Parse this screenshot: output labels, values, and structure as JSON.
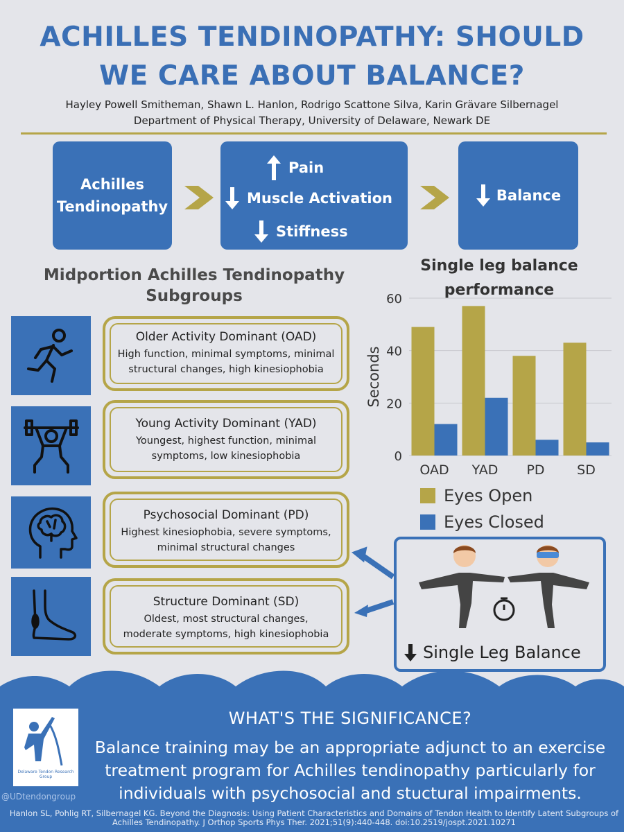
{
  "title": "ACHILLES TENDINOPATHY: SHOULD WE CARE ABOUT BALANCE?",
  "authors": "Hayley Powell Smitheman, Shawn L. Hanlon, Rodrigo Scattone Silva, Karin Grävare Silbernagel",
  "department": "Department of Physical Therapy, University of Delaware, Newark DE",
  "flow": {
    "box1": [
      "Achilles",
      "Tendinopathy"
    ],
    "pain": "Pain",
    "muscle": "Muscle Activation",
    "stiffness": "Stiffness",
    "balance": "Balance"
  },
  "subgroups_title": [
    "Midportion Achilles Tendinopathy",
    "Subgroups"
  ],
  "subgroups": [
    {
      "title": "Older Activity Dominant (OAD)",
      "desc": [
        "High function, minimal symptoms, minimal",
        "structural changes, high kinesiophobia"
      ],
      "icon": "runner-icon"
    },
    {
      "title": "Young Activity Dominant (YAD)",
      "desc": [
        "Youngest, highest function, minimal",
        "symptoms, low kinesiophobia"
      ],
      "icon": "weightlifter-icon"
    },
    {
      "title": "Psychosocial Dominant (PD)",
      "desc": [
        "Highest kinesiophobia, severe symptoms,",
        "minimal structural changes"
      ],
      "icon": "brain-head-icon"
    },
    {
      "title": "Structure Dominant (SD)",
      "desc": [
        "Oldest, most structural changes,",
        "moderate symptoms, high kinesiophobia"
      ],
      "icon": "foot-tendon-icon"
    }
  ],
  "chart_data": {
    "type": "bar",
    "title": "Single leg balance performance",
    "categories": [
      "OAD",
      "YAD",
      "PD",
      "SD"
    ],
    "series": [
      {
        "name": "Eyes Open",
        "values": [
          49,
          57,
          38,
          43
        ],
        "color": "#b5a548"
      },
      {
        "name": "Eyes Closed",
        "values": [
          12,
          22,
          6,
          5
        ],
        "color": "#3a71b7"
      }
    ],
    "ylabel": "Seconds",
    "xlabel": "",
    "ylim": [
      0,
      60
    ],
    "yticks": [
      0,
      20,
      40,
      60
    ],
    "grid": true,
    "legend": "bottom"
  },
  "balance_box": {
    "label": "Single Leg Balance"
  },
  "significance": {
    "title": "WHAT'S THE SIGNIFICANCE?",
    "body": [
      "Balance training may be an appropriate adjunct to an exercise",
      "treatment program for Achilles tendinopathy particularly for",
      "individuals with psychosocial and stuctural impairments."
    ]
  },
  "handle": "@UDtendongroup",
  "logo_text": "Delaware Tendon Research Group",
  "citation": [
    "Hanlon SL, Pohlig RT, Silbernagel KG. Beyond the Diagnosis: Using Patient Characteristics and Domains of Tendon Health to Identify Latent Subgroups of",
    "Achilles Tendinopathy. J Orthop Sports Phys Ther. 2021;51(9):440-448. doi:10.2519/jospt.2021.10271"
  ],
  "colors": {
    "blue": "#3a71b7",
    "gold": "#b5a548",
    "background": "#e4e5ea"
  }
}
